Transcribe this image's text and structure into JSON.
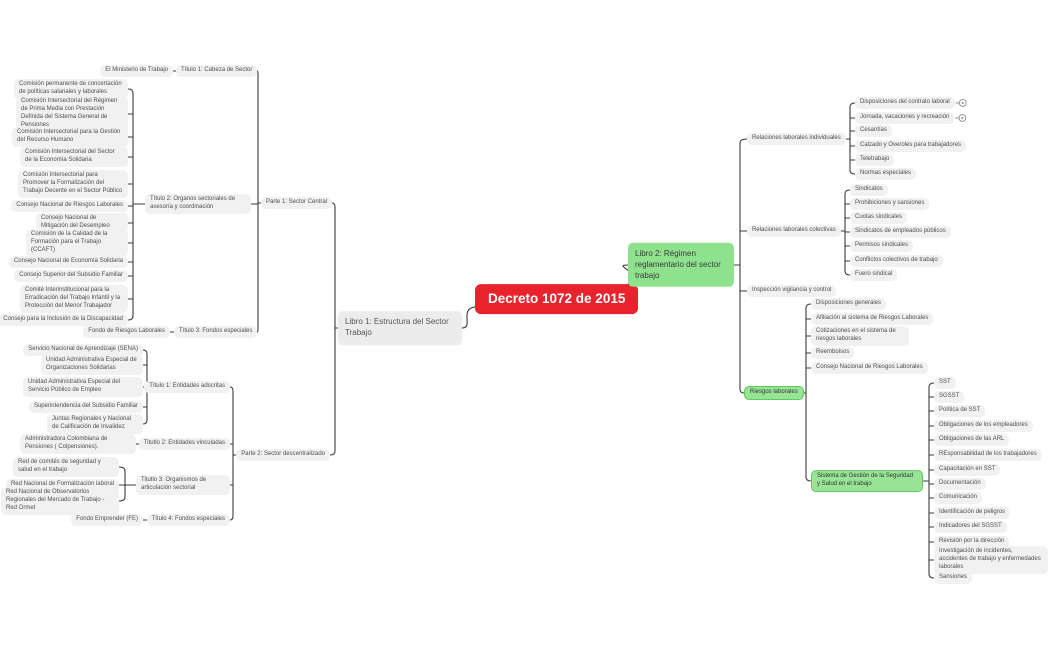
{
  "title": "Decreto 1072 de 2015",
  "colors": {
    "root_bg": "#e8232e",
    "green_box": "#8ee28e",
    "green_pill": "#97e497",
    "green_border": "#5ecb5e",
    "node_bg": "#f1f1f1",
    "node_text": "#4e4e4e",
    "line": "#3b3b3b"
  },
  "badge_icon": "collapsed-branch-badge",
  "nodes": {
    "root": {
      "label": "Decreto 1072 de 2015"
    },
    "libro1": {
      "label": "Libro 1: Estructura del Sector Trabajo"
    },
    "libro2": {
      "label": "Libro 2: Régimen reglamentario del sector trabajo"
    },
    "parte1": {
      "label": "Parte 1: Sector Central"
    },
    "parte2": {
      "label": "Parte 2: Sector descentralizado"
    },
    "ministerio": {
      "label": "El Ministerio de Trabajo"
    },
    "titulo1_cabeza": {
      "label": "Título 1: Cabeza de Sector"
    },
    "titulo2_organos": {
      "label": "Título 2: Organos sectoriales de asesoría y coordinación"
    },
    "titulo3_fondos": {
      "label": "Título 3: Fondos especiales"
    },
    "t2c1": {
      "label": "Comisión permanente de concertación de políticas salariales y laborales"
    },
    "t2c2": {
      "label": "Comisión Intersectorial del Régimen de Prima Media con Prestación Definida del Sistema General de Pensiones"
    },
    "t2c3": {
      "label": "Comisión Intersectorial para la Gestión del Recurso Humano"
    },
    "t2c4": {
      "label": "Comisión Intersectorial del Sector de la Economía Solidaria"
    },
    "t2c5": {
      "label": "Comisión Intersectorial para Promover la Formalización del Trabajo Decente en el Sector Público"
    },
    "t2c6": {
      "label": "Consejo Nacional de Riesgos Laborales"
    },
    "t2c7": {
      "label": "Consejo Nacional de Mitigación del Desempleo"
    },
    "t2c8": {
      "label": "Comisión de la Calidad de la Formación para el Trabajo (CCAFT)"
    },
    "t2c9": {
      "label": "Consejo Nacional de Economía Solidaria"
    },
    "t2c10": {
      "label": "Consejo Superior del Subsidio Familiar"
    },
    "t2c11": {
      "label": "Comité Interinstitucional para la Erradicación del Trabajo Infantil y la Protección del Menor Trabajador"
    },
    "t2c12": {
      "label": "Consejo para la Inclusión de la Discapacidad"
    },
    "fondo_riesgos": {
      "label": "Fondo de Riesgos Laborales"
    },
    "tituloE1": {
      "label": "Título 1: Entidades adscritas"
    },
    "sena": {
      "label": "Servicio Nacional de Aprendizaje (SENA)"
    },
    "uae_org": {
      "label": "Unidad Administrativa Especial de Organizaciones Solidarias"
    },
    "uae_spe": {
      "label": "Unidad Administrativa Especial del Servicio Público de Empleo"
    },
    "superintendencia": {
      "label": "Superintendencia del Subsidio Familiar"
    },
    "juntas": {
      "label": "Juntas Regionales y Nacional de Calificación de Invalidez"
    },
    "tituloE2": {
      "label": "Titutlo 2: Entidades vinculadas"
    },
    "colpensiones": {
      "label": "Administradora Colombiana de Pensiones ( Colpensiones)."
    },
    "tituloE3": {
      "label": "Titutlo 3: Organismos de articulación sectorial"
    },
    "red_comites": {
      "label": "Red de comités de seguridad y salud en el trabajo"
    },
    "red_formal": {
      "label": "Red Nacional de Formalización laboral"
    },
    "red_obs": {
      "label": "Red Nacional de Observatorios Regionales del Mercado de Trabajo - Red Ormet"
    },
    "tituloE4": {
      "label": "Título 4: Fondos especiales"
    },
    "fondo_emprender": {
      "label": "Fondo Emprender (FE)"
    },
    "rel_ind": {
      "label": "Relaciones laborales individuales"
    },
    "disposiciones": {
      "label": "Disposiciones del contrato laboral",
      "badge": true
    },
    "jornada": {
      "label": "Jornada, vacaciones y recreación",
      "badge": true
    },
    "cesantias": {
      "label": "Cesantías"
    },
    "calzado": {
      "label": "Calzado y Overoles para trabajadores"
    },
    "teletrabajo": {
      "label": "Teletrabajo"
    },
    "normas": {
      "label": "Normas especiales"
    },
    "rel_col": {
      "label": "Relaciones laborales colectivas"
    },
    "sindicatos": {
      "label": "Sindicatos"
    },
    "prohibiciones": {
      "label": "Prohibiciones y sansiones"
    },
    "cuotas": {
      "label": "Cuotas sindicales"
    },
    "sind_emp": {
      "label": "Sindicatos de empleados públicos"
    },
    "permisos": {
      "label": "Permisos sindicales"
    },
    "conflictos": {
      "label": "Conflictos colectivos de trabajo"
    },
    "fuero": {
      "label": "Fuero sindical"
    },
    "inspeccion": {
      "label": "Inspección vigilancia y control"
    },
    "riesgos": {
      "label": "Riesgos laborales"
    },
    "disp_gen": {
      "label": "Disposiciones generales"
    },
    "afiliacion": {
      "label": "Afiliación al sistema de Riesgos Laborales"
    },
    "cotizaciones": {
      "label": "Cotizaciones en el sistema de riesgos laborales"
    },
    "reembolsos": {
      "label": "Reembolsos"
    },
    "consejo_nrl": {
      "label": "Consejo Nacional de Riesgos Laborales"
    },
    "sgsst_box": {
      "label": "Sistema de Gestión de la Seguridad y Salud en el trabajo"
    },
    "sst": {
      "label": "SST"
    },
    "sgsst": {
      "label": "SGSST"
    },
    "politica": {
      "label": "Política de SST"
    },
    "obl_emp": {
      "label": "Obligaciones de los empleadores"
    },
    "obl_arl": {
      "label": "Obligaciones de las ARL"
    },
    "resp_trab": {
      "label": "REsponsabilidad de los trabajadores"
    },
    "capacitacion": {
      "label": "Capacitación en SST"
    },
    "documentacion": {
      "label": "Documentación"
    },
    "comunicacion": {
      "label": "Comunicación"
    },
    "identificacion": {
      "label": "Identificación de peligros"
    },
    "indicadores": {
      "label": "Indicadores del SGSST"
    },
    "revision": {
      "label": "Revisión por la dirección"
    },
    "investigacion": {
      "label": "Investigación de incidentes, accidentes de trabajo y enfermedades laborales"
    },
    "sanciones": {
      "label": "Sansiones"
    }
  }
}
